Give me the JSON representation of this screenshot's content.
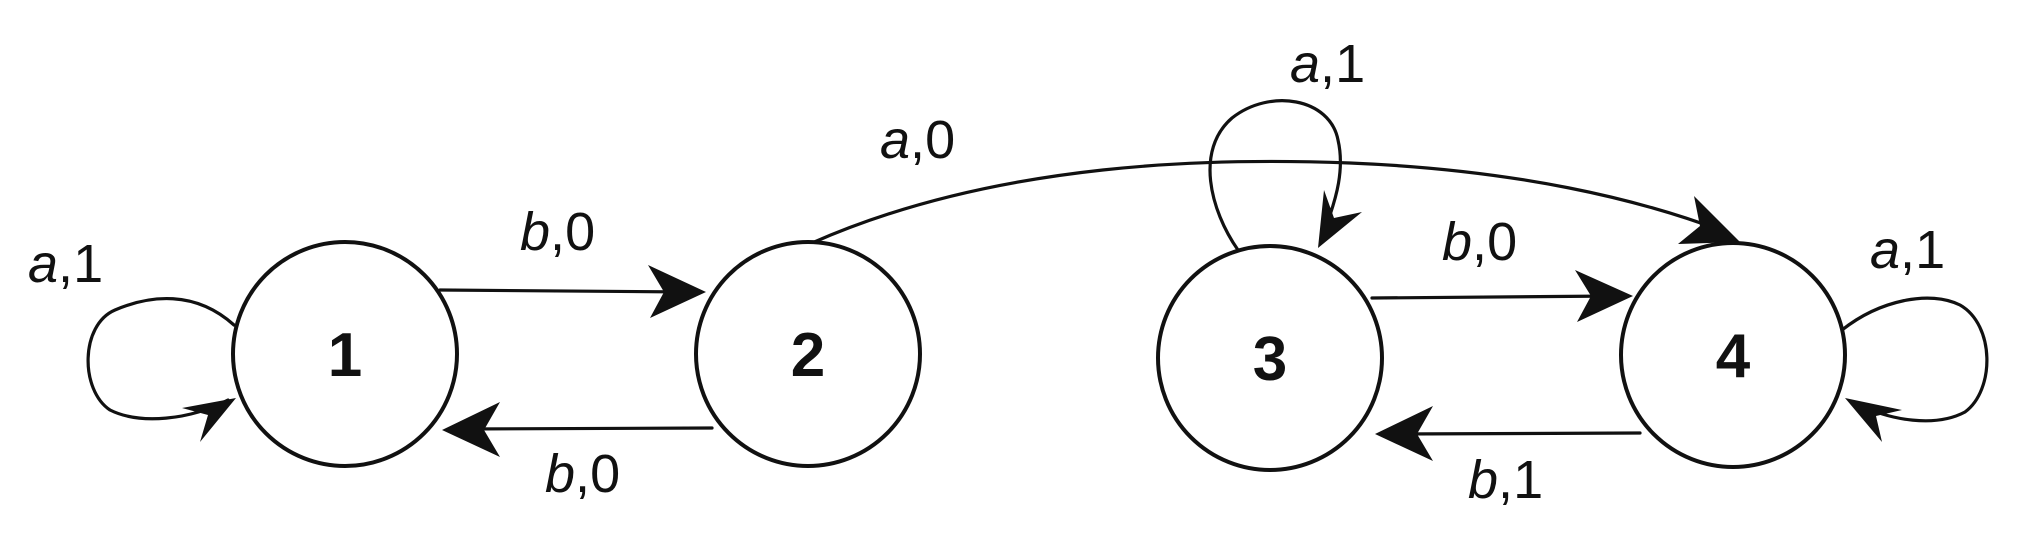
{
  "states": [
    {
      "id": "1",
      "label": "1"
    },
    {
      "id": "2",
      "label": "2"
    },
    {
      "id": "3",
      "label": "3"
    },
    {
      "id": "4",
      "label": "4"
    }
  ],
  "transitions": [
    {
      "id": "t11",
      "from": "1",
      "to": "1",
      "symbol": "a",
      "output": "1"
    },
    {
      "id": "t12",
      "from": "1",
      "to": "2",
      "symbol": "b",
      "output": "0"
    },
    {
      "id": "t21",
      "from": "2",
      "to": "1",
      "symbol": "b",
      "output": "0"
    },
    {
      "id": "t24",
      "from": "2",
      "to": "4",
      "symbol": "a",
      "output": "0"
    },
    {
      "id": "t33",
      "from": "3",
      "to": "3",
      "symbol": "a",
      "output": "1"
    },
    {
      "id": "t34",
      "from": "3",
      "to": "4",
      "symbol": "b",
      "output": "0"
    },
    {
      "id": "t43",
      "from": "4",
      "to": "3",
      "symbol": "b",
      "output": "1"
    },
    {
      "id": "t44",
      "from": "4",
      "to": "4",
      "symbol": "a",
      "output": "1"
    }
  ],
  "colors": {
    "ink": "#111111",
    "background": "#ffffff"
  }
}
